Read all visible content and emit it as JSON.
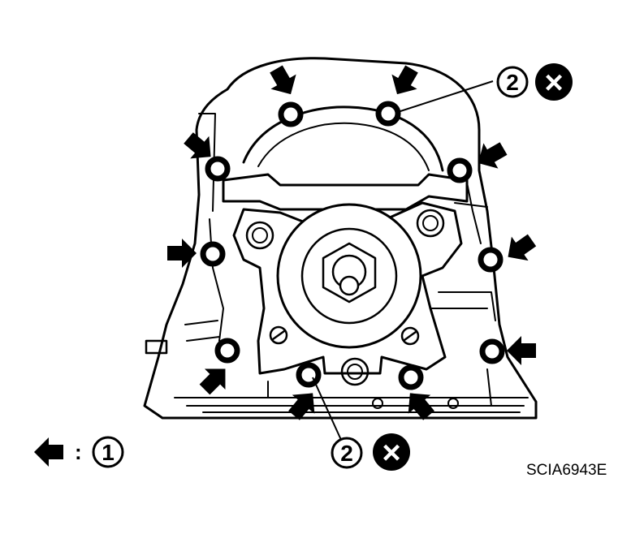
{
  "callouts": {
    "bolt_number": "2",
    "single_use_mark": "×",
    "legend_number": "1",
    "legend_separator": ":"
  },
  "figure_code": "SCIA6943E",
  "colors": {
    "ink": "#000000",
    "paper": "#ffffff"
  },
  "icons": {
    "bolt_arrow": "arrow-icon",
    "do_not_reuse": "cross-circle-icon"
  }
}
